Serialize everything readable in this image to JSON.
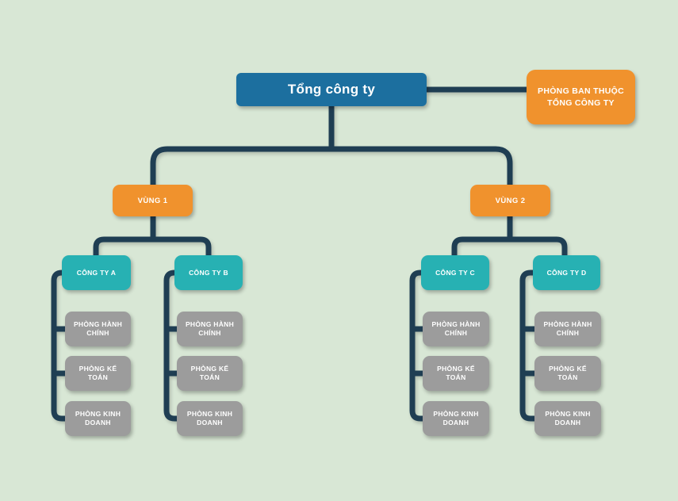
{
  "diagram": {
    "background_color": "#d8e7d5",
    "connector_color": "#1f3e53",
    "node_colors": {
      "root": "#1c6f9f",
      "region": "#f0922d",
      "company": "#27b1b3",
      "department": "#9c9c9c",
      "hq_note": "#f0922d"
    },
    "text_color": "#ffffff",
    "root": {
      "label": "Tổng công ty"
    },
    "hq_note": {
      "label": "PHÒNG BAN THUỘC TỔNG CÔNG TY"
    },
    "regions": [
      {
        "label": "VÙNG 1",
        "companies": [
          {
            "label": "CÔNG TY A",
            "departments": [
              "PHÒNG HÀNH CHÍNH",
              "PHÒNG KẾ TOÁN",
              "PHÒNG KINH DOANH"
            ]
          },
          {
            "label": "CÔNG TY B",
            "departments": [
              "PHÒNG HÀNH CHÍNH",
              "PHÒNG KẾ TOÁN",
              "PHÒNG KINH DOANH"
            ]
          }
        ]
      },
      {
        "label": "VÙNG 2",
        "companies": [
          {
            "label": "CÔNG TY C",
            "departments": [
              "PHÒNG HÀNH CHÍNH",
              "PHÒNG KẾ TOÁN",
              "PHÒNG KINH DOANH"
            ]
          },
          {
            "label": "CÔNG TY D",
            "departments": [
              "PHÒNG HÀNH CHÍNH",
              "PHÒNG KẾ TOÁN",
              "PHÒNG KINH DOANH"
            ]
          }
        ]
      }
    ]
  }
}
